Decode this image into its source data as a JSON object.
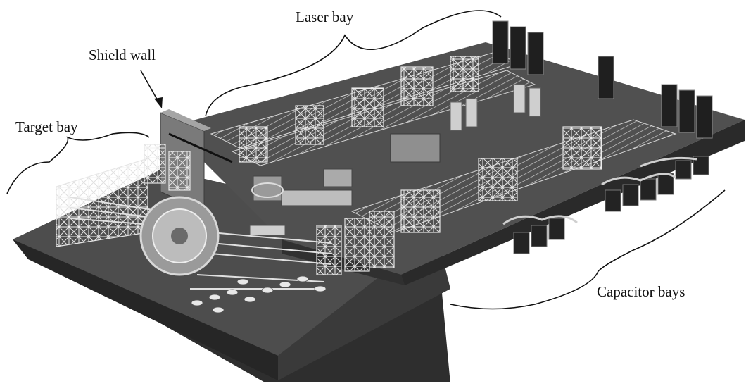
{
  "labels": {
    "laser_bay": "Laser bay",
    "shield_wall": "Shield wall",
    "target_bay": "Target bay",
    "capacitor_bays": "Capacitor bays"
  },
  "colors": {
    "background": "#ffffff",
    "floor": "#4a4a4a",
    "floor_dark": "#2e2e2e",
    "equipment_light": "#d9d9d9",
    "equipment_mid": "#8f8f8f",
    "equipment_dark": "#1f1f1f",
    "ink": "#111111"
  }
}
